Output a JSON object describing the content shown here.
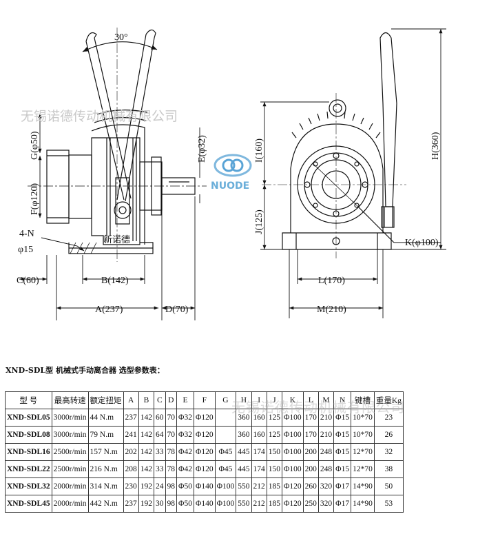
{
  "watermark_text": "无锡诺德传动机械有限公司",
  "logo_text": "NUODE",
  "front_view": {
    "angle": "30°",
    "G": "G(φ50)",
    "F": "F(φ120)",
    "E": "E(φ32)",
    "holes": [
      "4-N",
      "φ15"
    ],
    "C": "C(60)",
    "B": "B(142)",
    "A": "A(237)",
    "D": "D(70)",
    "body_text": "新诺德"
  },
  "side_view": {
    "I": "I(160)",
    "J": "J(125)",
    "H": "H(360)",
    "K": "K(φ100)",
    "L": "L(170)",
    "M": "M(210)"
  },
  "table_title": "XND-SDL型  机械式手动离合器  选型参数表：",
  "table": {
    "headers": [
      "型  号",
      "最高转速",
      "额定扭矩",
      "A",
      "B",
      "C",
      "D",
      "E",
      "F",
      "G",
      "H",
      "I",
      "J",
      "K",
      "L",
      "M",
      "N",
      "键槽",
      "重量Kg"
    ],
    "rows": [
      [
        "XND-SDL05",
        "3000r/min",
        "44 N.m",
        "237",
        "142",
        "60",
        "70",
        "Φ32",
        "Φ120",
        "",
        "360",
        "160",
        "125",
        "Φ100",
        "170",
        "210",
        "Φ15",
        "10*70",
        "23"
      ],
      [
        "XND-SDL08",
        "3000r/min",
        "79 N.m",
        "241",
        "142",
        "64",
        "70",
        "Φ32",
        "Φ120",
        "",
        "360",
        "160",
        "125",
        "Φ100",
        "170",
        "210",
        "Φ15",
        "10*70",
        "26"
      ],
      [
        "XND-SDL16",
        "2500r/min",
        "157 N.m",
        "202",
        "142",
        "33",
        "78",
        "Φ42",
        "Φ120",
        "Φ45",
        "445",
        "174",
        "150",
        "Φ100",
        "200",
        "248",
        "Φ15",
        "12*70",
        "32"
      ],
      [
        "XND-SDL22",
        "2500r/min",
        "216 N.m",
        "208",
        "142",
        "33",
        "78",
        "Φ42",
        "Φ120",
        "Φ45",
        "445",
        "174",
        "150",
        "Φ100",
        "200",
        "248",
        "Φ15",
        "12*70",
        "38"
      ],
      [
        "XND-SDL32",
        "2000r/min",
        "314 N.m",
        "230",
        "192",
        "24",
        "98",
        "Φ50",
        "Φ140",
        "Φ100",
        "550",
        "212",
        "185",
        "Φ120",
        "260",
        "320",
        "Φ17",
        "14*90",
        "50"
      ],
      [
        "XND-SDL45",
        "2000r/min",
        "442 N.m",
        "237",
        "192",
        "30",
        "98",
        "Φ50",
        "Φ140",
        "Φ100",
        "550",
        "212",
        "185",
        "Φ120",
        "250",
        "320",
        "Φ17",
        "14*90",
        "53"
      ]
    ]
  }
}
